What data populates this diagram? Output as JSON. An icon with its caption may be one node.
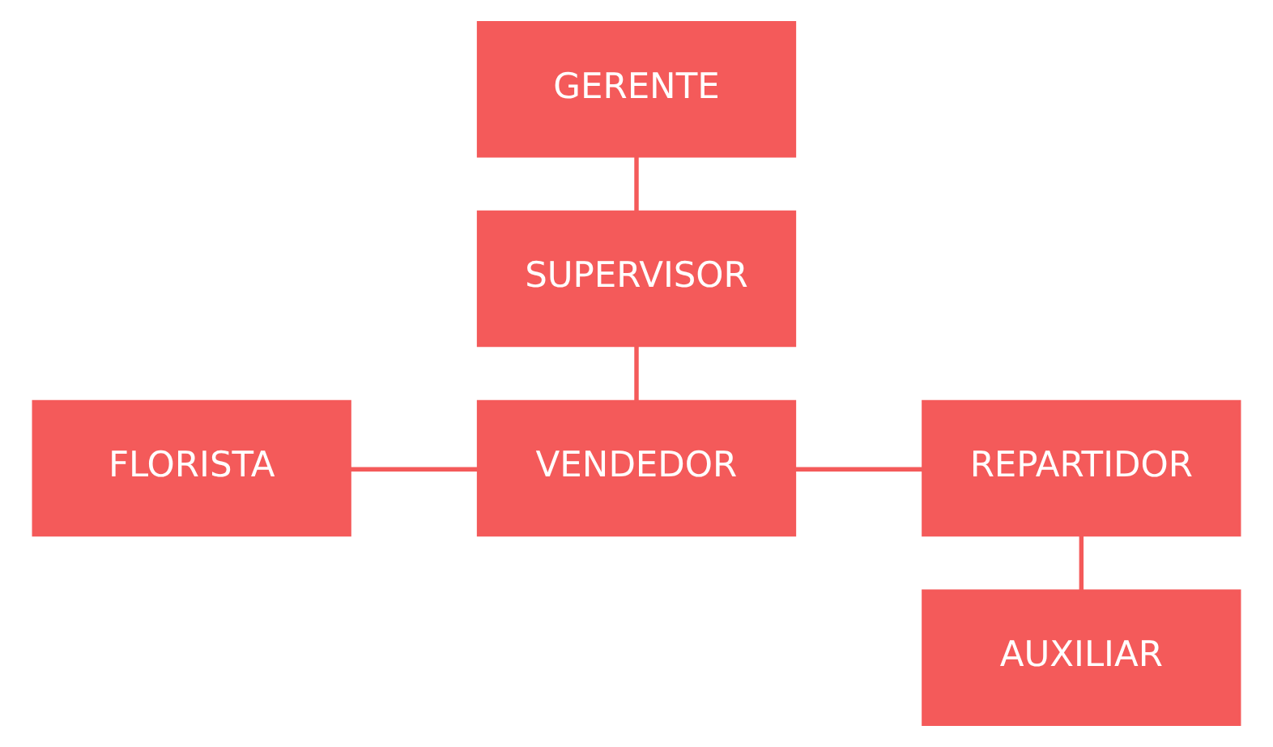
{
  "diagram": {
    "nodes": [
      {
        "text": [
          "GERENTE"
        ]
      },
      {
        "text": [
          "SUPERVISOR"
        ]
      },
      {
        "text": [
          "FLORISTA"
        ]
      },
      {
        "text": [
          "VENDEDOR"
        ]
      },
      {
        "text": [
          "REPARTIDOR"
        ]
      },
      {
        "text": [
          "AUXILIAR"
        ]
      }
    ],
    "edges": [
      {
        "from": 0,
        "to": 1,
        "arrow": "none"
      },
      {
        "from": 1,
        "to": 3,
        "arrow": "none"
      },
      {
        "from": 2,
        "to": 3,
        "arrow": "none"
      },
      {
        "from": 3,
        "to": 4,
        "arrow": "none"
      },
      {
        "from": 4,
        "to": 5,
        "arrow": "none"
      }
    ]
  }
}
